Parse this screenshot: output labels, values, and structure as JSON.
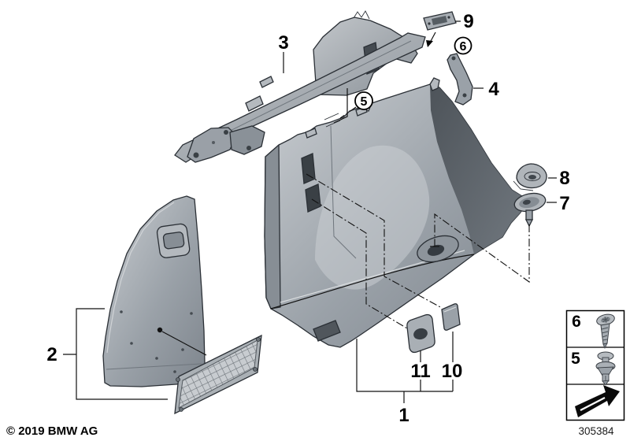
{
  "diagram": {
    "callouts": {
      "c1": "1",
      "c2": "2",
      "c3": "3",
      "c4": "4",
      "c5": "5",
      "c6": "6",
      "c7": "7",
      "c8": "8",
      "c9": "9",
      "c10": "10",
      "c11": "11",
      "circled5": "5",
      "circled6": "6"
    },
    "legend": {
      "screw_label": "6",
      "rivet_label": "5",
      "screw_icon": "torx-screw-icon",
      "rivet_icon": "expanding-rivet-icon",
      "arrow_icon": "direction-of-travel-arrow-icon"
    },
    "footer": {
      "copyright": "© 2019 BMW AG",
      "part_number": "305384"
    },
    "colors": {
      "background": "#ffffff",
      "part_fill": "#a6acb2",
      "part_fill_light": "#d2d6da",
      "part_fill_dark": "#585f66",
      "outline": "#2b3036"
    }
  }
}
